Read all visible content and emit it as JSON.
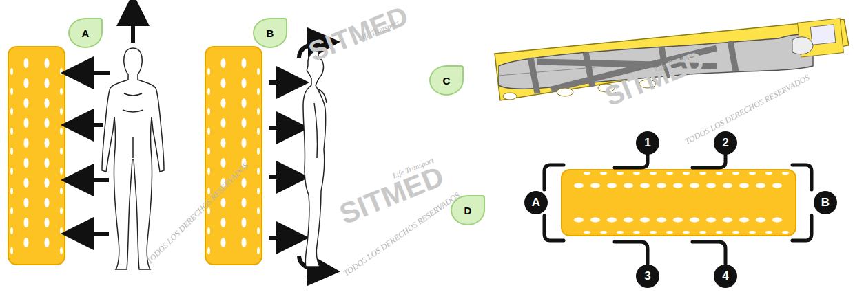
{
  "diagram": {
    "nodes": [
      {
        "text": [
          "A"
        ]
      },
      {
        "text": [
          "B"
        ]
      },
      {
        "text": [
          "C"
        ]
      },
      {
        "text": [
          "D"
        ]
      },
      {
        "text": [
          "1"
        ]
      },
      {
        "text": [
          "2"
        ]
      },
      {
        "text": [
          "A"
        ]
      },
      {
        "text": [
          "B"
        ]
      },
      {
        "text": [
          "3"
        ]
      },
      {
        "text": [
          "4"
        ]
      }
    ],
    "labels": [
      "SITMED",
      "Life Transport",
      "SITMED",
      "Life Transport",
      "SITMED",
      "Life Transport",
      "TODOS LOS DERECHOS RESERVADOS",
      "TODOS LOS DERECHOS RESERVADOS",
      "TODOS LOS DERECHOS RESERVADOS"
    ]
  }
}
